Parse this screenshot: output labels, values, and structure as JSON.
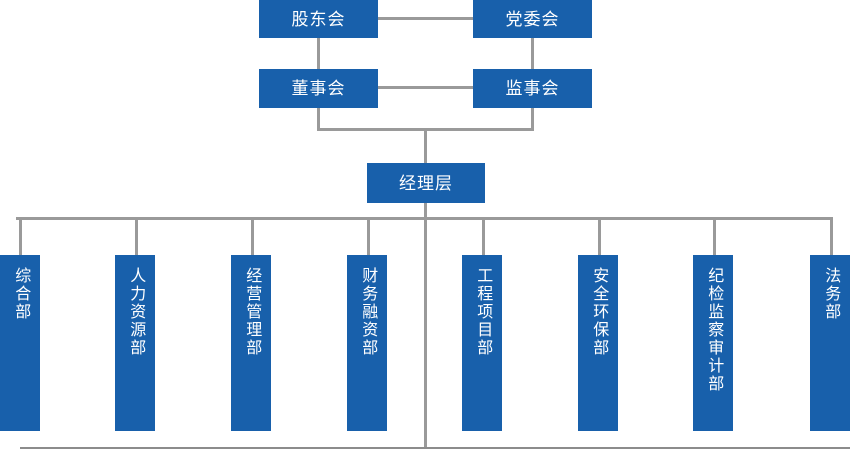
{
  "chart_title": "",
  "theme": {
    "node_fill": "#1860AB",
    "node_text": "#FFFFFF",
    "connector": "#9A9A9A",
    "background": "#FFFFFF"
  },
  "governance": {
    "shareholders_meeting": "股东会",
    "party_committee": "党委会",
    "board_of_directors": "董事会",
    "board_of_supervisors": "监事会"
  },
  "management": {
    "manager_level": "经理层"
  },
  "departments": [
    {
      "label": "综合部"
    },
    {
      "label": "人力资源部"
    },
    {
      "label": "经营管理部"
    },
    {
      "label": "财务融资部"
    },
    {
      "label": "工程项目部"
    },
    {
      "label": "安全环保部"
    },
    {
      "label": "纪检监察审计部"
    },
    {
      "label": "法务部"
    }
  ]
}
